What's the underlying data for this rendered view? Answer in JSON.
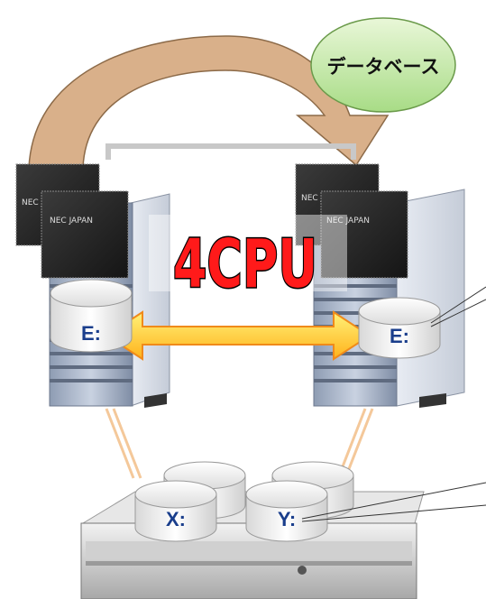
{
  "bubble": {
    "label": "データベース",
    "fill": "#b9e59a",
    "stroke": "#6a9a4a"
  },
  "headline": {
    "text": "4CPU",
    "fill": "#ff1a1a",
    "stroke": "#000000"
  },
  "chip_brand": "NEC JAPAN",
  "disks": {
    "left_server": "E:",
    "right_server": "E:",
    "storage_left": "X:",
    "storage_right": "Y:"
  },
  "colors": {
    "arrow_curve": "#d9b08a",
    "double_arrow_fill": "#ffcc33",
    "double_arrow_stroke": "#f08a1a",
    "link_lines": "#f4c89a",
    "disk_label": "#1a3e8c"
  }
}
